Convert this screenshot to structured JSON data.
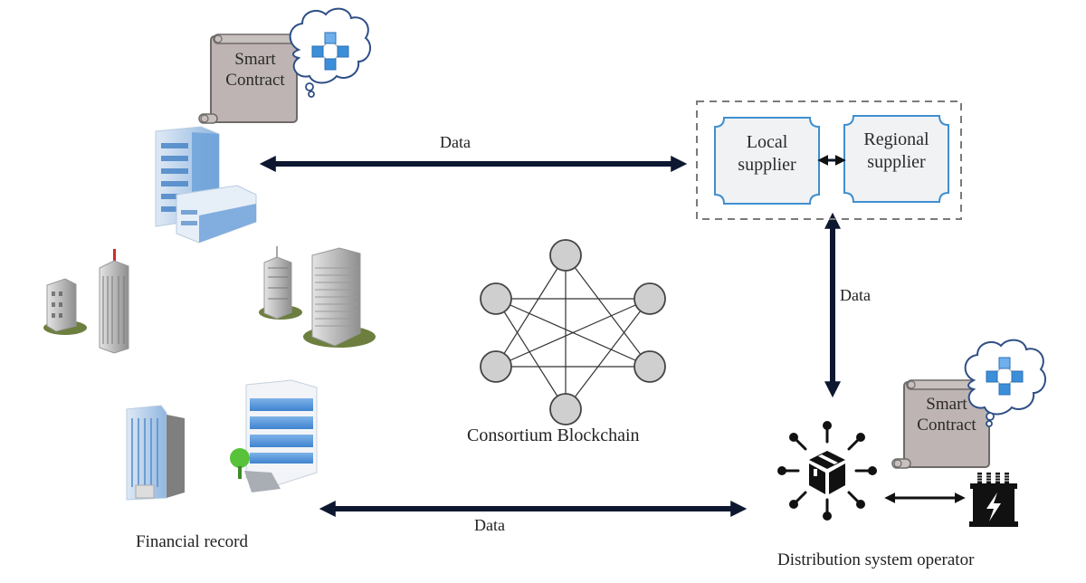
{
  "diagram": {
    "title": "Consortium blockchain energy trading architecture",
    "colors": {
      "arrow": "#0d1730",
      "scroll_fill": "#bdb4b3",
      "scroll_stroke": "#6e6a6a",
      "cloud_stroke": "#2f4f86",
      "cube_blue": "#3b8fd8",
      "supplier_border": "#3f8fd0",
      "supplier_fill": "#f1f2f4",
      "dashed_border": "#7a7a7a",
      "node_fill": "#cfcfcf",
      "node_stroke": "#444444",
      "icon_black": "#111111"
    },
    "smart_contract_top": {
      "line1": "Smart",
      "line2": "Contract"
    },
    "smart_contract_dso": {
      "line1": "Smart",
      "line2": "Contract"
    },
    "suppliers": {
      "local": {
        "line1": "Local",
        "line2": "supplier"
      },
      "regional": {
        "line1": "Regional",
        "line2": "supplier"
      }
    },
    "arrows": {
      "top_label": "Data",
      "vertical_label": "Data",
      "bottom_label": "Data"
    },
    "blockchain": {
      "label": "Consortium Blockchain",
      "nodes": [
        "top",
        "upper-left",
        "upper-right",
        "lower-left",
        "lower-right",
        "bottom"
      ],
      "edges": [
        [
          "top",
          "lower-left"
        ],
        [
          "top",
          "lower-right"
        ],
        [
          "top",
          "bottom"
        ],
        [
          "upper-left",
          "upper-right"
        ],
        [
          "upper-left",
          "lower-right"
        ],
        [
          "upper-left",
          "bottom"
        ],
        [
          "upper-right",
          "lower-left"
        ],
        [
          "upper-right",
          "bottom"
        ],
        [
          "lower-left",
          "lower-right"
        ]
      ]
    },
    "labels": {
      "financial_record": "Financial record",
      "dso": "Distribution system operator"
    }
  }
}
